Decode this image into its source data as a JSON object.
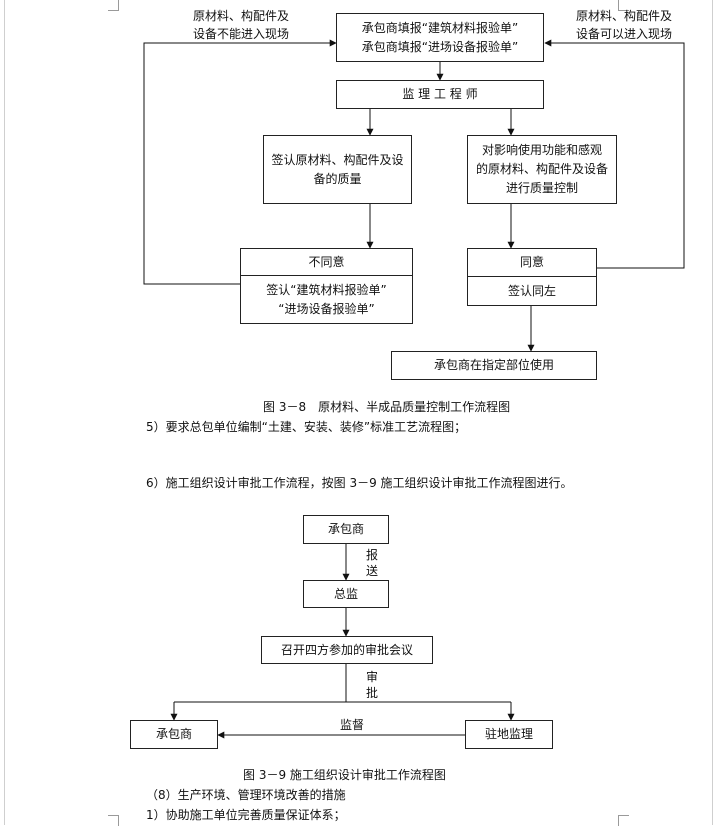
{
  "fig38": {
    "top_left_note": "原材料、构配件及\n设备不能进入现场",
    "top_right_note": "原材料、构配件及\n设备可以进入现场",
    "report_box": "承包商填报“建筑材料报验单”\n承包商填报“进场设备报验单”",
    "supervisor_box": "监 理 工 程 师",
    "left_check_box": "签认原材料、构配件及设\n备的质量",
    "right_check_box": "对影响使用功能和感观\n的原材料、构配件及设备\n进行质量控制",
    "disagree_head": "不同意",
    "disagree_body": "签认“建筑材料报验单”\n“进场设备报验单”",
    "agree_head": "同意",
    "agree_body": "签认同左",
    "use_box": "承包商在指定部位使用",
    "caption": "图 3－8　原材料、半成品质量控制工作流程图"
  },
  "para5": "5）要求总包单位编制“土建、安装、装修”标准工艺流程图；",
  "para6": "6）施工组织设计审批工作流程，按图 3－9 施工组织设计审批工作流程图进行。",
  "fig39": {
    "contractor_top": "承包商",
    "report_label": "报送",
    "chief_supervisor": "总监",
    "meeting": "召开四方参加的审批会议",
    "approve_label": "审批",
    "contractor_bottom": "承包商",
    "resident_supervisor": "驻地监理",
    "supervise_label": "监督",
    "caption": "图 3－9 施工组织设计审批工作流程图"
  },
  "section8": "（8）生产环境、管理环境改善的措施",
  "item1": "1）协助施工单位完善质量保证体系；"
}
